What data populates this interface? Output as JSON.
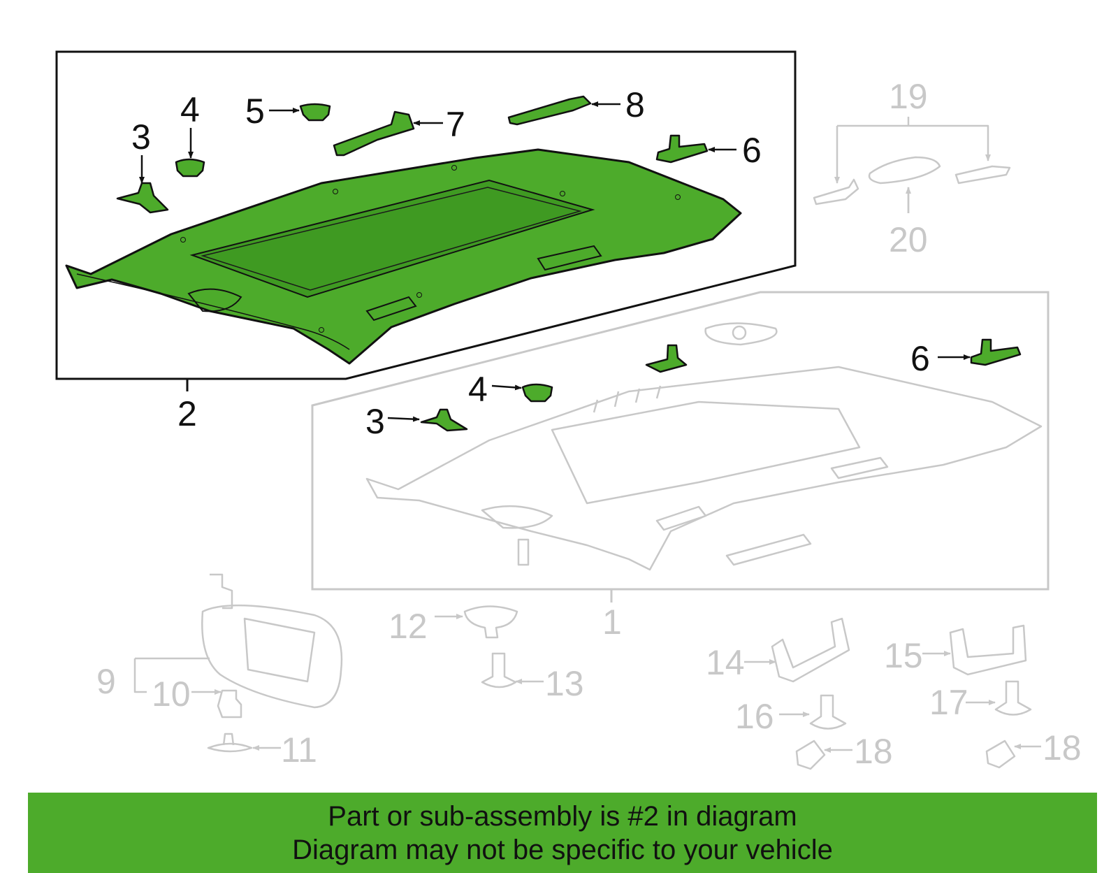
{
  "colors": {
    "highlight": "#4dab2b",
    "ink": "#111111",
    "faded": "#c8c8c8"
  },
  "callouts_highlighted": [
    "2",
    "3",
    "4",
    "5",
    "6",
    "7",
    "8"
  ],
  "callouts_main": [
    "1",
    "3",
    "4",
    "6"
  ],
  "callouts_other": [
    "9",
    "10",
    "11",
    "12",
    "13",
    "14",
    "15",
    "16",
    "17",
    "18",
    "18",
    "19",
    "20"
  ],
  "banner": {
    "line1": "Part or sub-assembly is #2 in diagram",
    "line2": "Diagram may not be specific to your vehicle"
  }
}
